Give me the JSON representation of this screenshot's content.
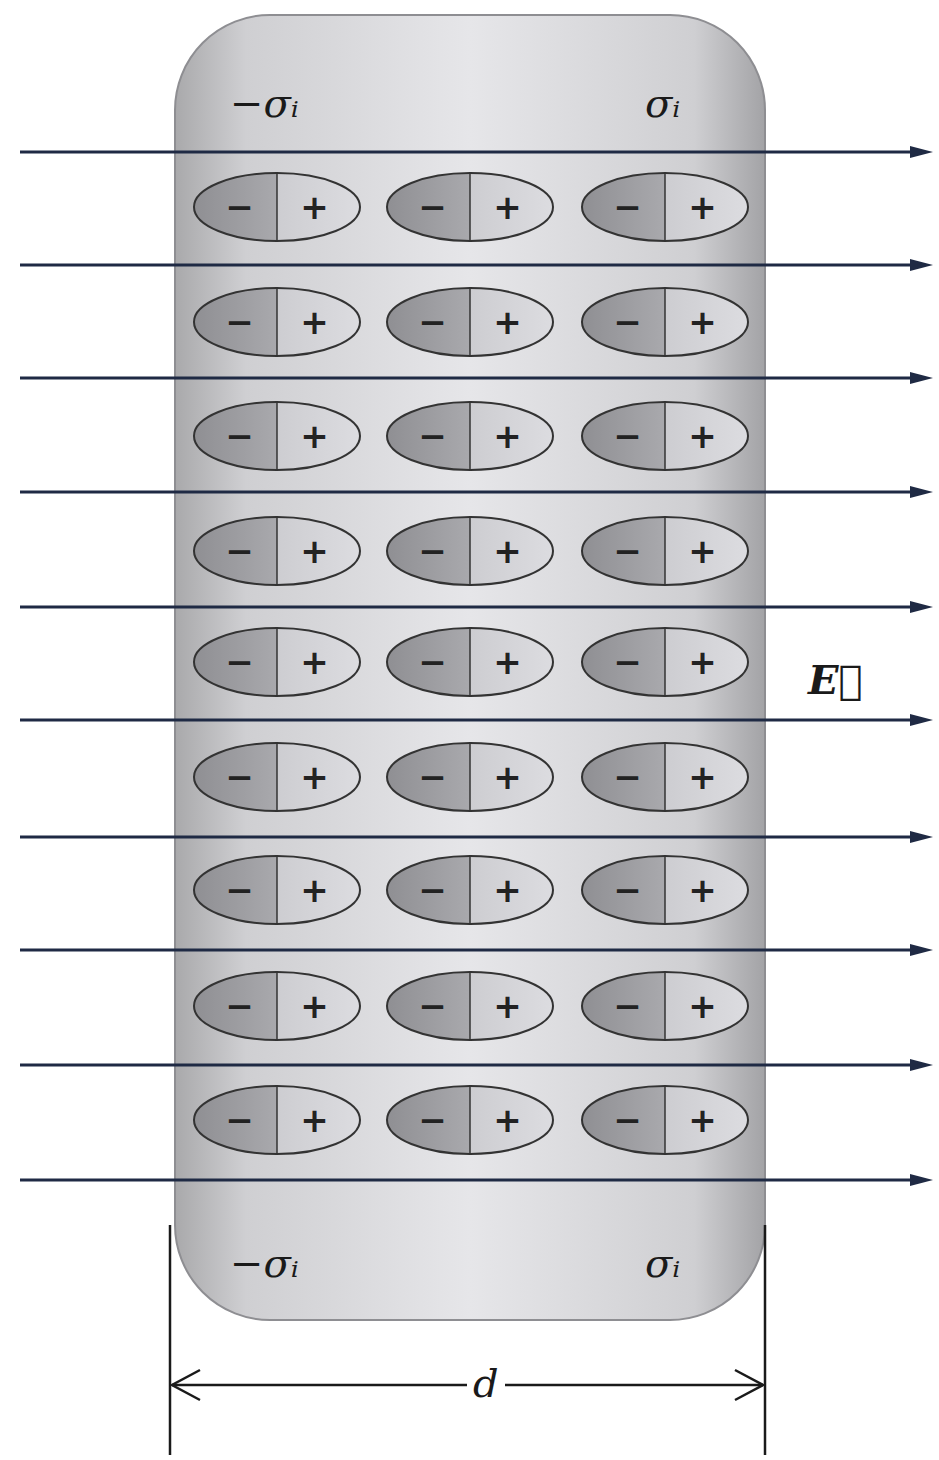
{
  "diagram": {
    "nodes": [
      {
        "text": [
          "−σᵢ",
          "σᵢ",
          "−σᵢ",
          "σᵢ"
        ]
      },
      {
        "text": [
          "−",
          "+"
        ],
        "in": 0
      },
      {
        "text": [
          "−",
          "+"
        ],
        "in": 0
      },
      {
        "text": [
          "−",
          "+"
        ],
        "in": 0
      },
      {
        "text": [
          "−",
          "+"
        ],
        "in": 0
      },
      {
        "text": [
          "−",
          "+"
        ],
        "in": 0
      },
      {
        "text": [
          "−",
          "+"
        ],
        "in": 0
      },
      {
        "text": [
          "−",
          "+"
        ],
        "in": 0
      },
      {
        "text": [
          "−",
          "+"
        ],
        "in": 0
      },
      {
        "text": [
          "−",
          "+"
        ],
        "in": 0
      },
      {
        "text": [
          "−",
          "+"
        ],
        "in": 0
      },
      {
        "text": [
          "−",
          "+"
        ],
        "in": 0
      },
      {
        "text": [
          "−",
          "+"
        ],
        "in": 0
      },
      {
        "text": [
          "−",
          "+"
        ],
        "in": 0
      },
      {
        "text": [
          "−",
          "+"
        ],
        "in": 0
      },
      {
        "text": [
          "−",
          "+"
        ],
        "in": 0
      },
      {
        "text": [
          "−",
          "+"
        ],
        "in": 0
      },
      {
        "text": [
          "−",
          "+"
        ],
        "in": 0
      },
      {
        "text": [
          "−",
          "+"
        ],
        "in": 0
      },
      {
        "text": [
          "−",
          "+"
        ],
        "in": 0
      },
      {
        "text": [
          "−",
          "+"
        ],
        "in": 0
      },
      {
        "text": [
          "−",
          "+"
        ],
        "in": 0
      },
      {
        "text": [
          "−",
          "+"
        ],
        "in": 0
      },
      {
        "text": [
          "−",
          "+"
        ],
        "in": 0
      },
      {
        "text": [
          "−",
          "+"
        ],
        "in": 0
      },
      {
        "text": [
          "−",
          "+"
        ],
        "in": 0
      },
      {
        "text": [
          "−",
          "+"
        ],
        "in": 0
      },
      {
        "text": [
          "−",
          "+"
        ],
        "in": 0
      }
    ],
    "labels": [
      "E⃗",
      "d"
    ]
  }
}
